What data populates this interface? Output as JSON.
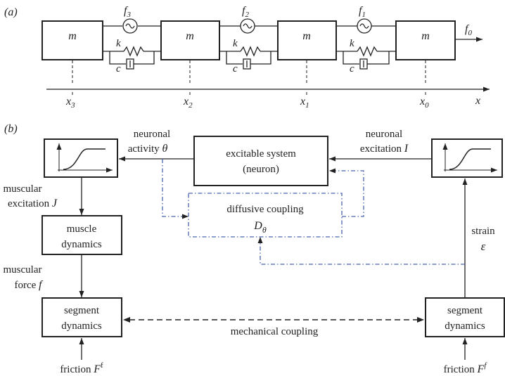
{
  "panel_a": {
    "label": "(a)",
    "mass_label": "m",
    "spring_label": "k",
    "damper_label": "c",
    "forces": [
      {
        "name": "f",
        "sub": "3"
      },
      {
        "name": "f",
        "sub": "2"
      },
      {
        "name": "f",
        "sub": "1"
      }
    ],
    "end_force": {
      "name": "f",
      "sub": "0"
    },
    "positions": [
      {
        "name": "x",
        "sub": "3"
      },
      {
        "name": "x",
        "sub": "2"
      },
      {
        "name": "x",
        "sub": "1"
      },
      {
        "name": "x",
        "sub": "0"
      }
    ],
    "axis_label": "x"
  },
  "panel_b": {
    "label": "(b)",
    "neuron_box": {
      "line1": "excitable system",
      "line2": "(neuron)"
    },
    "diffusive_box": {
      "line1": "diffusive coupling",
      "symbol": "D",
      "sub": "θ"
    },
    "muscle_box": {
      "line1": "muscle",
      "line2": "dynamics"
    },
    "segment_left": {
      "line1": "segment",
      "line2": "dynamics"
    },
    "segment_right": {
      "line1": "segment",
      "line2": "dynamics"
    },
    "neuronal_activity": {
      "line1": "neuronal",
      "line2": "activity",
      "symbol": "θ"
    },
    "neuronal_excitation": {
      "line1": "neuronal",
      "line2": "excitation",
      "symbol": "I"
    },
    "muscular_excitation": {
      "line1": "muscular",
      "line2": "excitation",
      "symbol": "J"
    },
    "muscular_force": {
      "line1": "muscular",
      "line2": "force",
      "symbol": "f"
    },
    "strain": {
      "line1": "strain",
      "symbol": "ε"
    },
    "mechanical_coupling": "mechanical coupling",
    "friction_left": {
      "text": "friction",
      "symbol": "F",
      "sup": "f"
    },
    "friction_right": {
      "text": "friction",
      "symbol": "F",
      "sup": "f"
    }
  },
  "colors": {
    "line": "#222222",
    "dashdot": "#4a63b0"
  }
}
